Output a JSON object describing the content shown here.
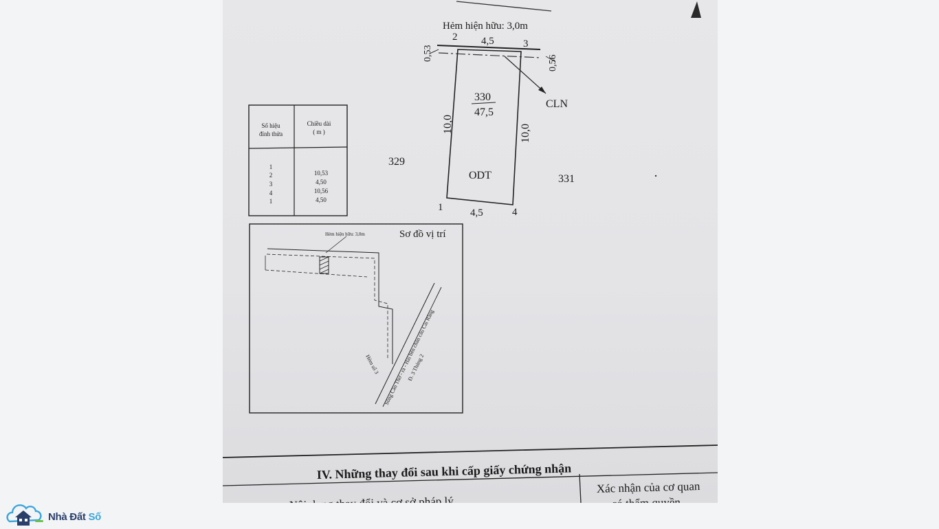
{
  "plot": {
    "road_label": "Hẻm hiện hữu: 3,0m",
    "parcel_number": "330",
    "parcel_area": "47,5",
    "land_use": "ODT",
    "neighbor_left": "329",
    "neighbor_right": "331",
    "cln_label": "CLN",
    "corner_1": "1",
    "corner_2": "2",
    "corner_3": "3",
    "corner_4": "4",
    "edge_top": "4,5",
    "edge_bottom": "4,5",
    "edge_left": "10,0",
    "edge_right": "10,0",
    "offset_left": "0,53",
    "offset_right": "0,56"
  },
  "vertex_table": {
    "header_vertex": [
      "Số hiệu",
      "đỉnh thửa"
    ],
    "header_length": [
      "Chiều dài",
      "( m )"
    ],
    "vertices": [
      "1",
      "2",
      "3",
      "4",
      "1"
    ],
    "lengths": [
      "10,53",
      "4,50",
      "10,56",
      "4,50"
    ]
  },
  "location_map": {
    "title": "Sơ đồ vị trí",
    "alley_label": "Hẻm hiện hữu: 3,0m",
    "alley_3_label": "Hẻm số 3",
    "street_label": "Đ. 3 Tháng 2",
    "river_label": "Sông Cần Thơ - ra - Hải bến chân cầu Cái Răng"
  },
  "section_iv": {
    "title": "IV. Những thay đổi sau khi cấp giấy chứng nhận",
    "col_left": "Nội dung thay đổi và cơ sở pháp lý",
    "col_right_line1": "Xác nhận của cơ quan",
    "col_right_line2": "có thẩm quyền"
  },
  "brand": {
    "name_part1": "Nhà Đất",
    "name_part2": "Số",
    "accent_color": "#3aa6d9",
    "dark_color": "#2a3f6b"
  }
}
